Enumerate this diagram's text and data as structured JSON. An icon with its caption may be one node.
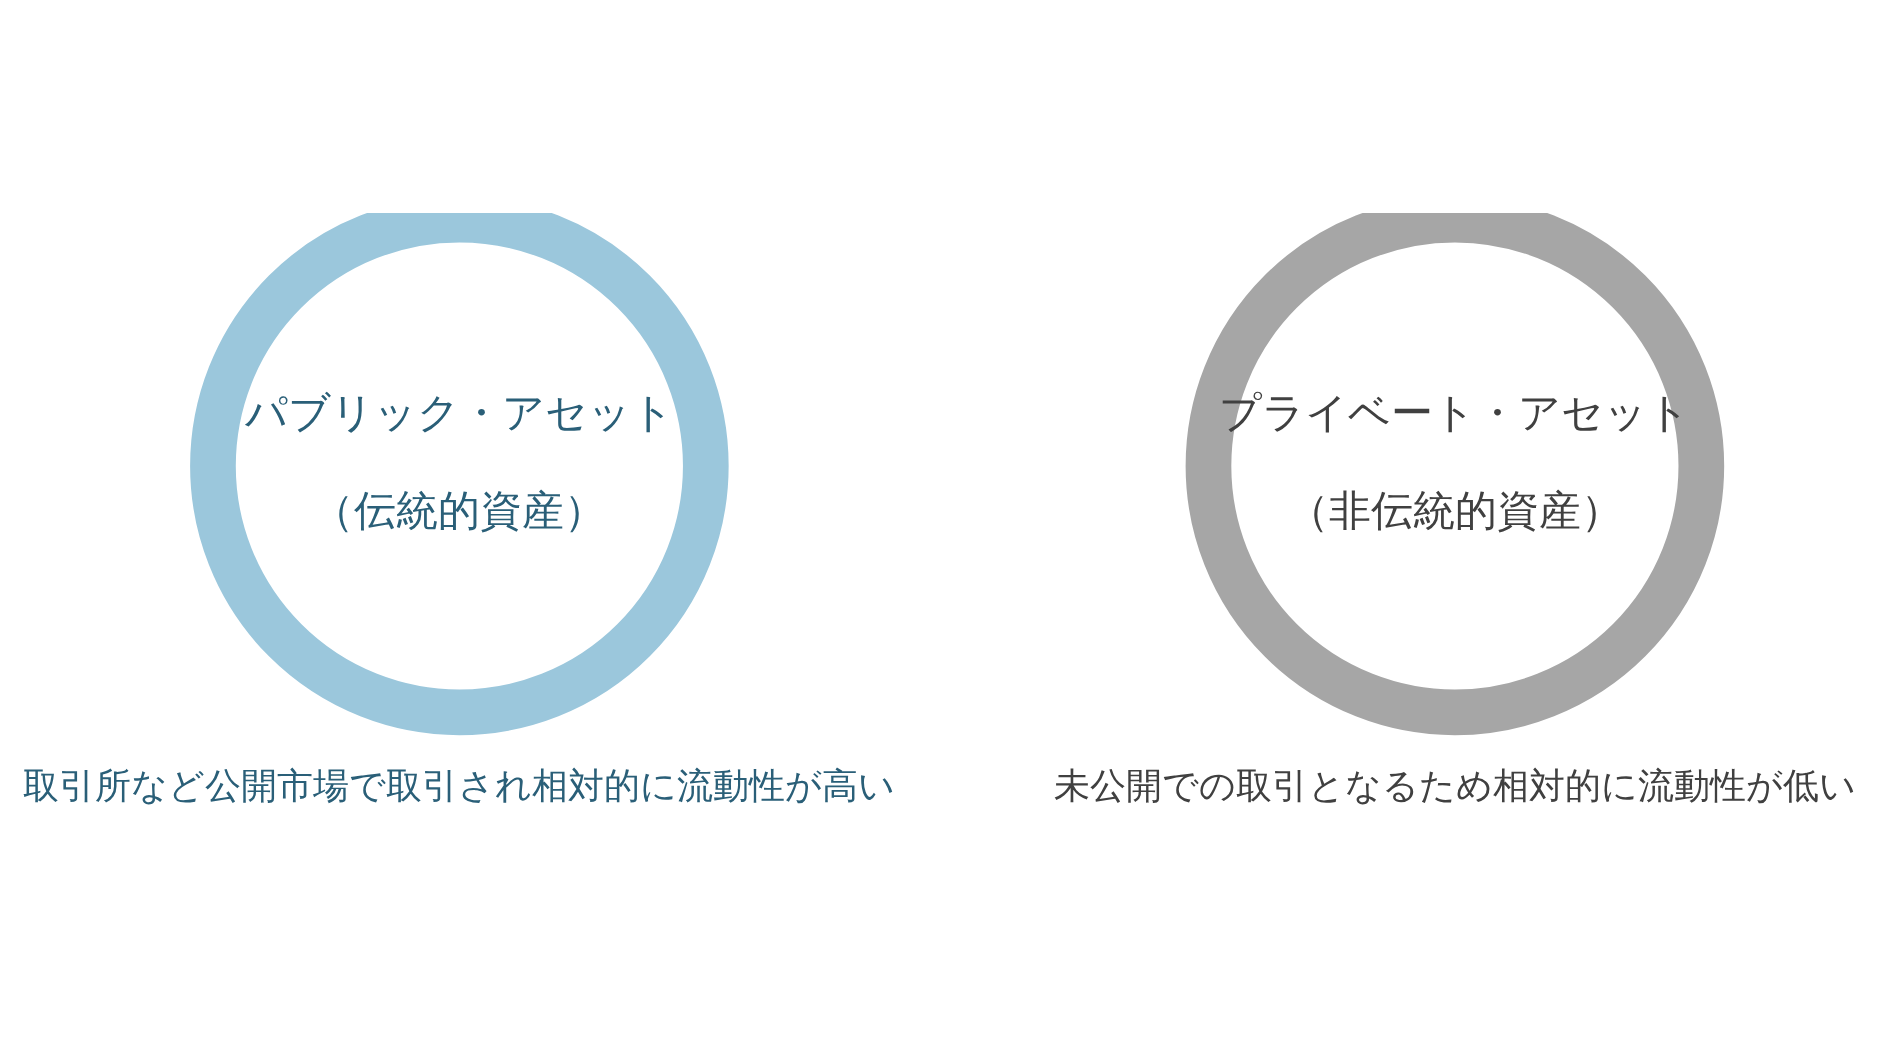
{
  "diagram": {
    "nodes": [
      {
        "text": [
          "パブリック・アセット",
          "（伝統的資産）"
        ],
        "beside": [
          "取引所など公開市場で取引され相対的に流動性が高い"
        ]
      },
      {
        "text": [
          "プライベート・アセット",
          "（非伝統的資産）"
        ],
        "beside": [
          "未公開での取引となるため相対的に流動性が低い"
        ]
      }
    ]
  }
}
